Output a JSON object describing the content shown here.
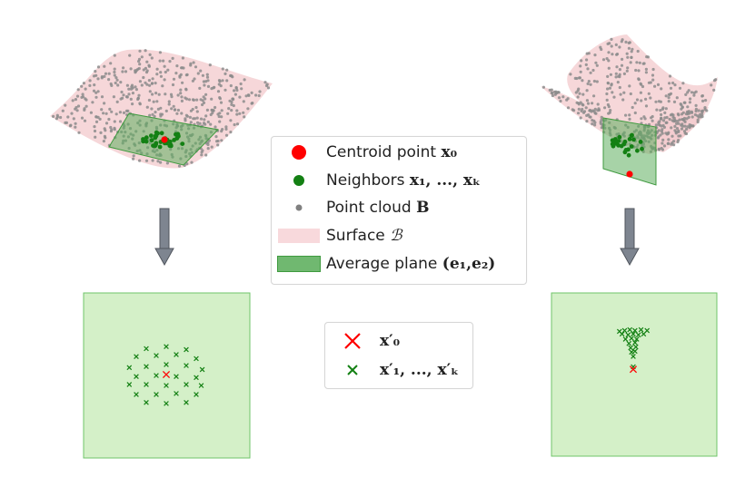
{
  "legend_top": {
    "items": [
      {
        "label": "Centroid point ",
        "math": "x₀",
        "marker": "dot-large",
        "color": "#ff0000"
      },
      {
        "label": "Neighbors ",
        "math": "x₁, ..., xₖ",
        "marker": "dot-medium",
        "color": "#138013"
      },
      {
        "label": "Point cloud ",
        "math": "B",
        "marker": "dot-small",
        "color": "#808080"
      },
      {
        "label": "Surface ",
        "math": "ℬ",
        "marker": "swatch",
        "color": "#f8d9dc"
      },
      {
        "label": "Average plane ",
        "math": "(e₁,e₂)",
        "marker": "swatch",
        "color": "#70b870"
      }
    ]
  },
  "legend_bottom": {
    "items": [
      {
        "math": "x′₀",
        "marker": "cross-large",
        "color": "#ff0000"
      },
      {
        "math": "x′₁, ..., x′ₖ",
        "marker": "cross-small",
        "color": "#138013"
      }
    ]
  },
  "colors": {
    "surface_fill": "#f3c9cc",
    "surface_points": "#8c8c8c",
    "plane_fill": "#5fae5f",
    "neighbor": "#138013",
    "centroid": "#ff0000",
    "panel_fill": "#d4f0c8",
    "panel_border": "#6fc46a",
    "arrow": "#7e8590"
  },
  "projections": {
    "left": {
      "neighbors": [
        [
          -2,
          -2.6
        ],
        [
          0,
          -2.8
        ],
        [
          2,
          -2.5
        ],
        [
          -3,
          -1.8
        ],
        [
          -1,
          -1.9
        ],
        [
          1,
          -2
        ],
        [
          3,
          -1.6
        ],
        [
          -3.7,
          -0.7
        ],
        [
          -2,
          -0.8
        ],
        [
          0,
          -1
        ],
        [
          2,
          -0.9
        ],
        [
          3.6,
          -0.5
        ],
        [
          -3,
          0.2
        ],
        [
          -1,
          0.1
        ],
        [
          1,
          0.2
        ],
        [
          3,
          0.3
        ],
        [
          -3.7,
          1
        ],
        [
          -2,
          1
        ],
        [
          0,
          1.1
        ],
        [
          2,
          1
        ],
        [
          3.5,
          1.1
        ],
        [
          -3,
          2
        ],
        [
          -1,
          2
        ],
        [
          1,
          1.9
        ],
        [
          3,
          2
        ],
        [
          -2,
          2.8
        ],
        [
          0,
          2.9
        ],
        [
          2,
          2.8
        ]
      ],
      "centroid": [
        0,
        0
      ]
    },
    "right": {
      "neighbors": [
        [
          -1.6,
          -2.9
        ],
        [
          -1,
          -3
        ],
        [
          -0.4,
          -3.1
        ],
        [
          0.2,
          -3
        ],
        [
          0.9,
          -3.1
        ],
        [
          1.6,
          -3
        ],
        [
          -1.3,
          -2.6
        ],
        [
          -0.6,
          -2.5
        ],
        [
          0,
          -2.6
        ],
        [
          0.6,
          -2.5
        ],
        [
          1.2,
          -2.6
        ],
        [
          -0.9,
          -2
        ],
        [
          -0.2,
          -2.1
        ],
        [
          0.4,
          -2
        ],
        [
          -0.5,
          -1.5
        ],
        [
          0.2,
          -1.6
        ],
        [
          -0.3,
          -1
        ],
        [
          0.3,
          -1.1
        ],
        [
          -0.2,
          -0.5
        ],
        [
          0.2,
          -0.6
        ],
        [
          0,
          0
        ],
        [
          0,
          1.2
        ]
      ],
      "centroid": [
        0,
        1.5
      ]
    }
  }
}
